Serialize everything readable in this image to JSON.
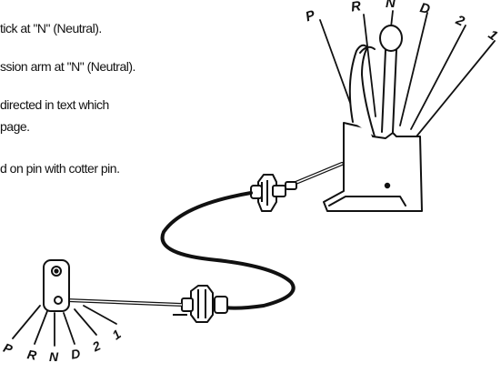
{
  "instructions": [
    "tick at \"N\" (Neutral).",
    "ssion arm at \"N\" (Neutral).",
    "directed in text which",
    "page.",
    "d on pin with cotter pin."
  ],
  "shifter_positions": [
    "P",
    "R",
    "N",
    "D",
    "2",
    "1"
  ],
  "transmission_positions": [
    "P",
    "R",
    "N",
    "D",
    "2",
    "1"
  ],
  "colors": {
    "ink": "#111111",
    "background": "#ffffff"
  }
}
